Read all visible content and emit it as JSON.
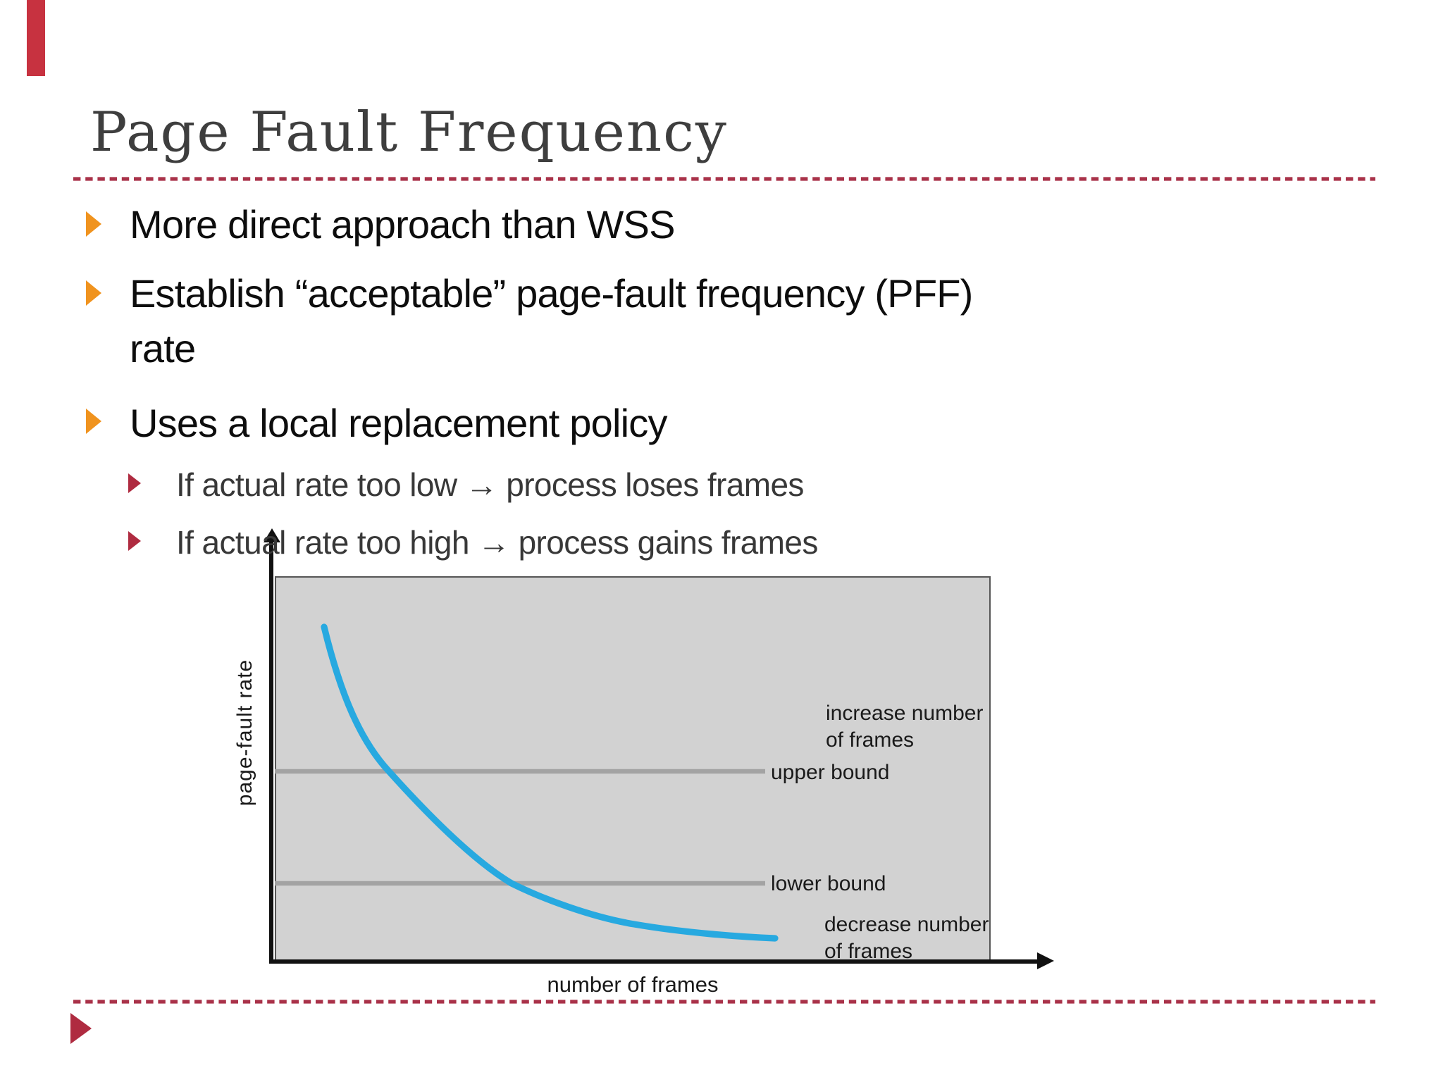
{
  "slide": {
    "title": "Page Fault Frequency",
    "bullets": {
      "b1": "More direct approach than WSS",
      "b2": "Establish “acceptable” page-fault frequency (PFF) rate",
      "b3": "Uses a local replacement policy",
      "s1": "If actual rate too low → process loses frames",
      "s2": "If actual rate too high → process gains frames"
    }
  },
  "chart": {
    "ylabel": "page-fault rate",
    "xlabel": "number of frames",
    "upper_bound_label": "upper bound",
    "lower_bound_label": "lower bound",
    "increase_line1": "increase number",
    "increase_line2": "of frames",
    "decrease_line1": "decrease number",
    "decrease_line2": "of frames"
  },
  "chart_data": {
    "type": "line",
    "title": "",
    "xlabel": "number of frames",
    "ylabel": "page-fault rate",
    "axis_numeric": false,
    "grid": false,
    "plot_background": "#D2D2D2",
    "series": [
      {
        "name": "page-fault rate vs number of frames",
        "shape": "decaying hyperbolic curve",
        "x_normalized": [
          0.07,
          0.16,
          0.33,
          0.5,
          0.7
        ],
        "y_normalized": [
          0.87,
          0.5,
          0.21,
          0.1,
          0.065
        ],
        "color": "#27A9E0"
      }
    ],
    "reference_lines": [
      {
        "label": "upper bound",
        "y_normalized": 0.5,
        "color": "#A3A3A3"
      },
      {
        "label": "lower bound",
        "y_normalized": 0.21,
        "color": "#A3A3A3"
      }
    ],
    "annotations": [
      "increase number of frames (above upper bound)",
      "upper bound",
      "lower bound",
      "decrease number of frames (below lower bound)"
    ]
  },
  "colors": {
    "accent_orange": "#F0931E",
    "accent_crimson": "#AF2B40",
    "corner_bar_red": "#C73240",
    "dashed_rule": "#A93249",
    "title_gray": "#3E3E3E",
    "curve_blue": "#27A9E0",
    "plot_gray": "#D2D2D2",
    "bound_line_gray": "#A3A3A3"
  }
}
